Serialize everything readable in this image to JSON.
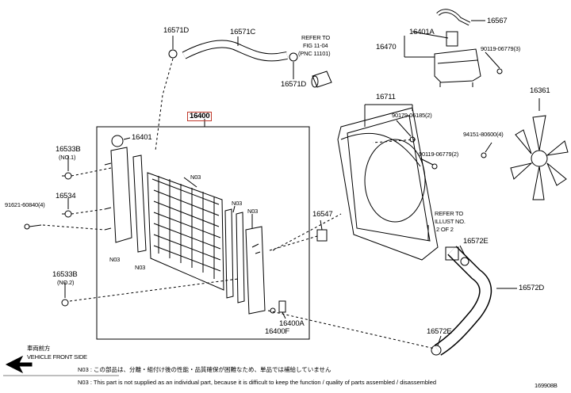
{
  "callouts": {
    "p16571D_top": "16571D",
    "p16571C": "16571C",
    "refer_line1": "REFER TO",
    "refer_line2": "FIG 11-04",
    "refer_line3": "(PNC 11101)",
    "p16571D_bot": "16571D",
    "p16567": "16567",
    "p16401A": "16401A",
    "p16470": "16470",
    "p90119_3": "90119-06779(3)",
    "p16400": "16400",
    "p16401": "16401",
    "p16533B_top": "16533B",
    "no1": "(NO.1)",
    "p16534": "16534",
    "p91621": "91621-60840(4)",
    "p16533B_bot": "16533B",
    "no2": "(NO.2)",
    "n03_a": "N03",
    "n03_b": "N03",
    "n03_c": "N03",
    "n03_d": "N03",
    "n03_e": "N03",
    "p16547": "16547",
    "p16400A": "16400A",
    "p16400F": "16400F",
    "p16711": "16711",
    "p90179": "90179-06185(2)",
    "p90119_2": "90119-06779(2)",
    "p16361": "16361",
    "p94151": "94151-80600(4)",
    "refer2_line1": "REFER TO",
    "refer2_line2": "ILLUST NO.",
    "refer2_line3": "2 OF 2",
    "p16572E_top": "16572E",
    "p16572D": "16572D",
    "p16572E_bot": "16572E",
    "front_jp": "車両前方",
    "front_en": "VEHICLE FRONT SIDE",
    "fig_code": "169908B"
  },
  "notes": {
    "n03_jp": "N03 : この部品は、分離・組付け後の性能・品質確保が困難なため、単品では補給していません",
    "n03_en": "N03 : This part is not supplied as an individual part, because it is difficult to keep the function / quality of parts assembled / disassembled"
  }
}
